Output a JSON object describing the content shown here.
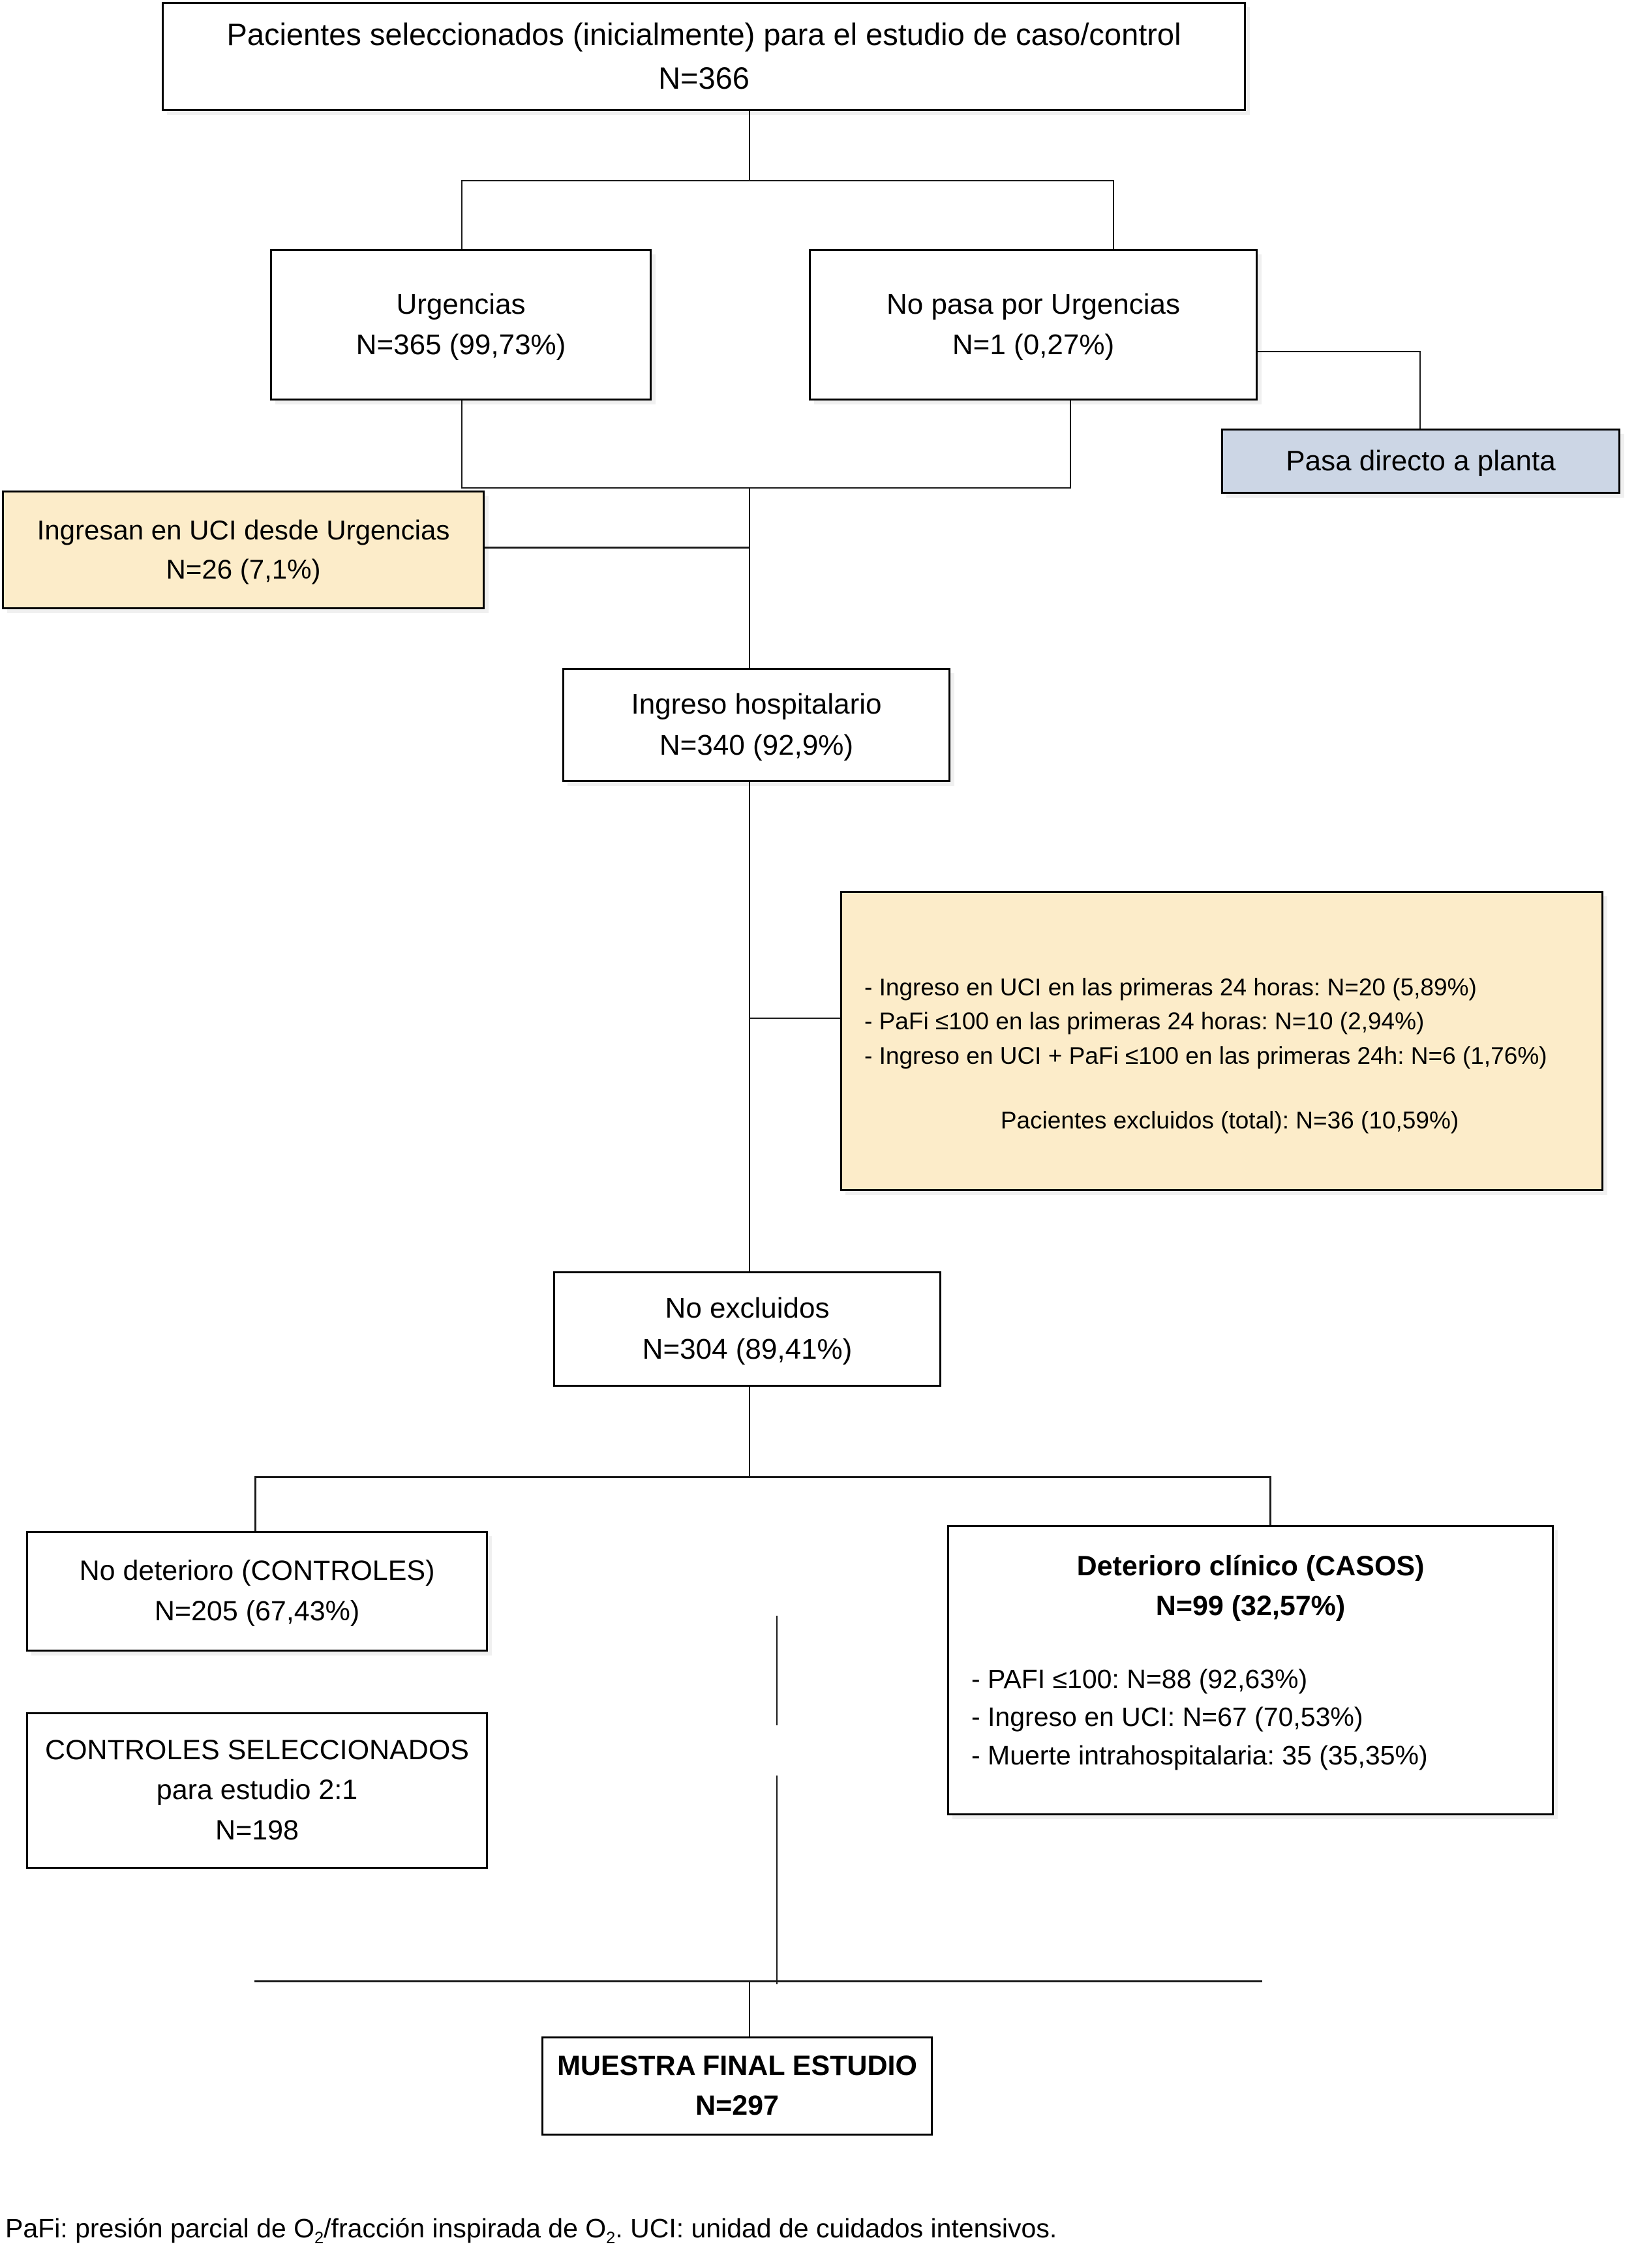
{
  "diagram": {
    "title": "Flujo de selección de pacientes para el estudio de caso/control",
    "colors": {
      "cream": "#fcecc9",
      "blue": "#ccd6e5",
      "line": "#1a1a1a",
      "border": "#000000"
    }
  },
  "nodes": {
    "initial": {
      "line1": "Pacientes seleccionados (inicialmente) para el estudio de caso/control",
      "line2": "N=366"
    },
    "urgencias": {
      "line1": "Urgencias",
      "line2": "N=365 (99,73%)"
    },
    "no_urgencias": {
      "line1": "No pasa por Urgencias",
      "line2": "N=1 (0,27%)"
    },
    "planta": {
      "line1": "Pasa directo a planta"
    },
    "uci_desde_urgencias": {
      "line1": "Ingresan en UCI desde Urgencias",
      "line2": "N=26 (7,1%)"
    },
    "ingreso_hospitalario": {
      "line1": "Ingreso hospitalario",
      "line2": "N=340 (92,9%)"
    },
    "excluidos": {
      "item1": "- Ingreso en UCI en las primeras 24 horas: N=20 (5,89%)",
      "item2": "- PaFi ≤100 en las primeras 24 horas: N=10 (2,94%)",
      "item3": "- Ingreso en UCI + PaFi ≤100 en las primeras 24h: N=6 (1,76%)",
      "total": "Pacientes excluidos (total): N=36 (10,59%)"
    },
    "no_excluidos": {
      "line1": "No excluidos",
      "line2": "N=304 (89,41%)"
    },
    "controles": {
      "line1": "No deterioro (CONTROLES)",
      "line2": "N=205 (67,43%)"
    },
    "casos": {
      "line1": "Deterioro clínico (CASOS)",
      "line2": "N=99 (32,57%)",
      "item1": "- PAFI ≤100: N=88 (92,63%)",
      "item2": "- Ingreso en UCI: N=67 (70,53%)",
      "item3": "- Muerte intrahospitalaria: 35 (35,35%)"
    },
    "controles_seleccionados": {
      "line1": "CONTROLES SELECCIONADOS",
      "line2": "para estudio 2:1",
      "line3": "N=198"
    },
    "muestra_final": {
      "line1": "MUESTRA FINAL ESTUDIO",
      "line2": "N=297"
    }
  },
  "footnote": {
    "part1": "PaFi: presión parcial de O",
    "sub1": "2",
    "part2": "/fracción inspirada de O",
    "sub2": "2",
    "part3": ". UCI: unidad de cuidados intensivos."
  }
}
